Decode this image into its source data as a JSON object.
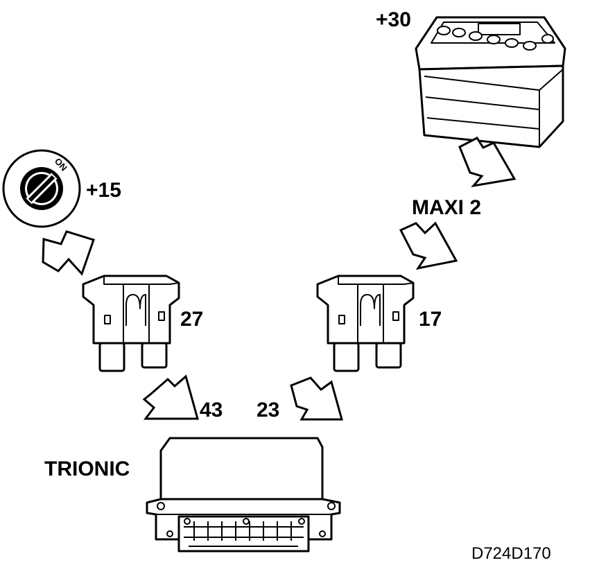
{
  "labels": {
    "battery": "+30",
    "ignition": "+15",
    "maxi_fuse": "MAXI 2",
    "fuse_left": "27",
    "fuse_right": "17",
    "pin_left": "43",
    "pin_right": "23",
    "ecu": "TRIONIC",
    "ignition_on": "ON",
    "drawing_code": "D724D170"
  }
}
